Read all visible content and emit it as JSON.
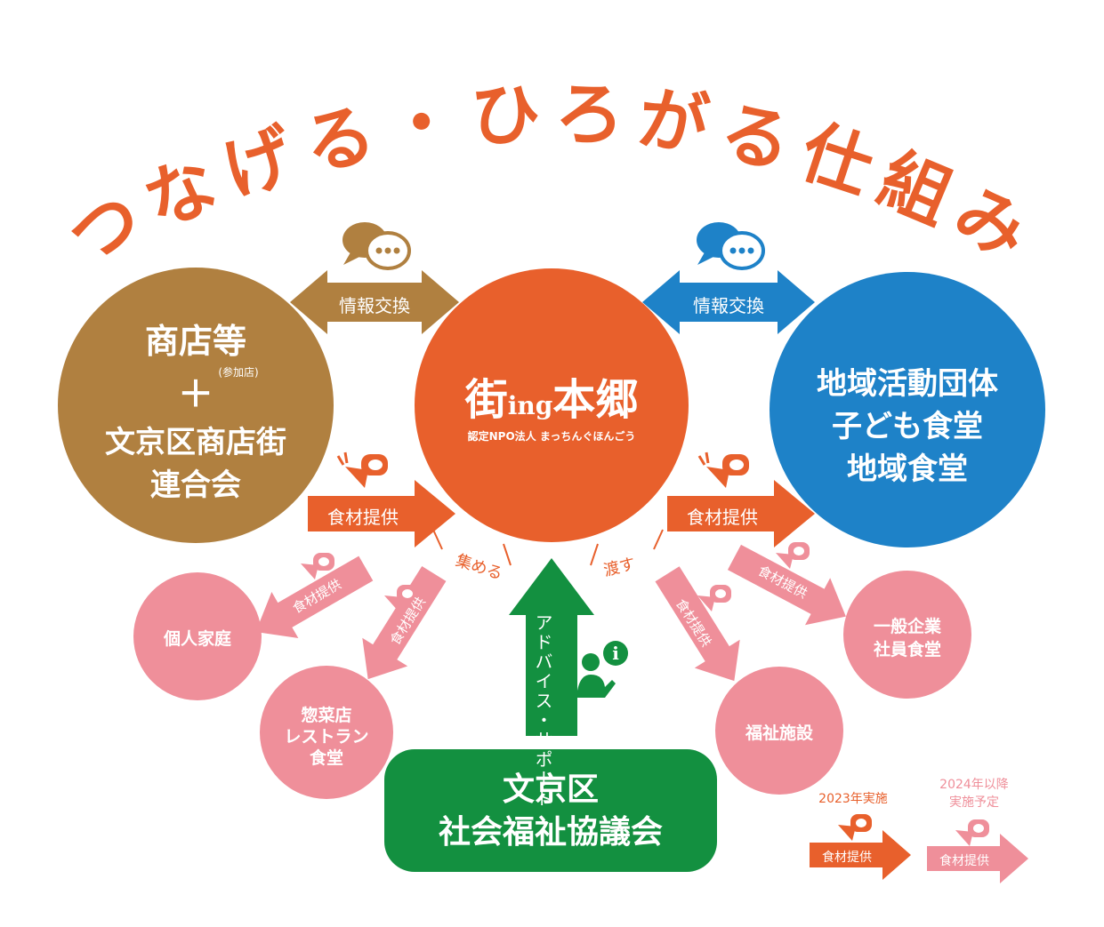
{
  "title": "つなげる・ひろがる仕組み",
  "colors": {
    "orange": "#e8602c",
    "brown": "#b08040",
    "blue": "#1e82c8",
    "green": "#139040",
    "pink": "#ef8f9a",
    "title": "#e8602c"
  },
  "nodes": {
    "shops": {
      "line1": "商店等",
      "note": "(参加店)",
      "plus": "＋",
      "line2": "文京区商店街",
      "line3": "連合会"
    },
    "center": {
      "logo_left": "街",
      "logo_ing": "ing",
      "logo_right": "本郷",
      "subtitle": "認定NPO法人 まっちんぐほんごう"
    },
    "community": {
      "line1": "地域活動団体",
      "line2": "子ども食堂",
      "line3": "地域食堂"
    },
    "council": {
      "line1": "文京区",
      "line2": "社会福祉協議会"
    },
    "households": "個人家庭",
    "deli": {
      "line1": "惣菜店",
      "line2": "レストラン",
      "line3": "食堂"
    },
    "welfare": "福祉施設",
    "company": {
      "line1": "一般企業",
      "line2": "社員食堂"
    }
  },
  "arrows": {
    "info_left": "情報交換",
    "info_right": "情報交換",
    "food_left": "食材提供",
    "food_right": "食材提供",
    "pink_households": "食材提供",
    "pink_deli": "食材提供",
    "pink_welfare": "食材提供",
    "pink_company": "食材提供",
    "advice": "アドバイス・サポート",
    "collect": "集める",
    "deliver": "渡す"
  },
  "legend": {
    "label_2023": "2023年実施",
    "label_2024_line1": "2024年以降",
    "label_2024_line2": "実施予定",
    "arrow_2023": "食材提供",
    "arrow_2024": "食材提供"
  }
}
